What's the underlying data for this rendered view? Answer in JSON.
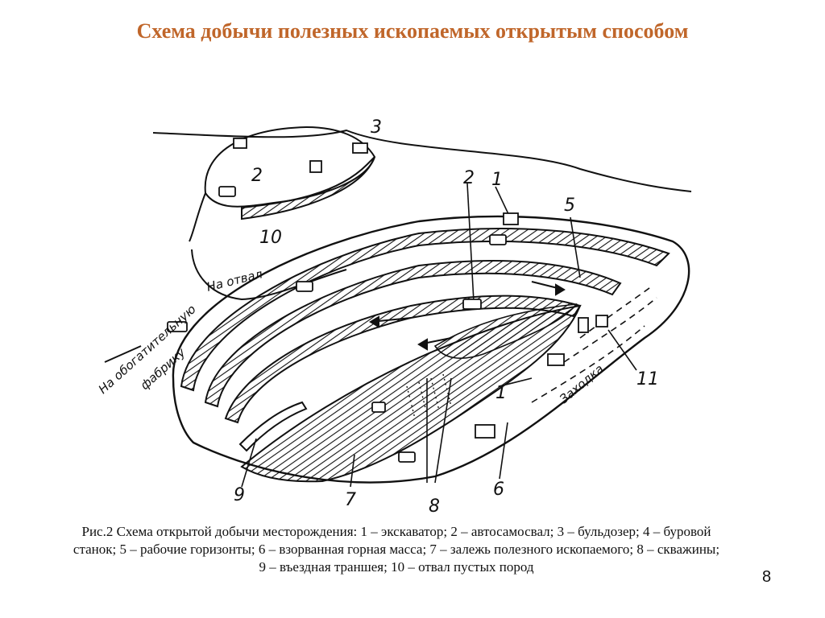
{
  "title": "Схема добычи полезных ископаемых открытым способом",
  "diagram": {
    "labels": {
      "n1a": "1",
      "n1b": "1",
      "n2a": "2",
      "n2b": "2",
      "n3": "3",
      "n5": "5",
      "n6": "6",
      "n7": "7",
      "n8": "8",
      "n9": "9",
      "n10": "10",
      "n11": "11"
    },
    "text_na_otval": "На отвал",
    "text_fabrika_1": "На обогатительную",
    "text_fabrika_2": "фабрику",
    "text_zakhodka": "Заходка"
  },
  "caption": {
    "line1": "Рис.2 Схема открытой добычи месторождения: 1 – экскаватор; 2 – автосамосвал; 3 – бульдозер; 4 – буровой",
    "line2": "станок; 5 – рабочие горизонты; 6 – взорванная горная масса;  7 – залежь полезного ископаемого; 8 – скважины;",
    "line3": "9 – въездная траншея; 10 – отвал пустых пород"
  },
  "page_number": "8",
  "colors": {
    "title": "#c0662a",
    "ink": "#111111"
  }
}
